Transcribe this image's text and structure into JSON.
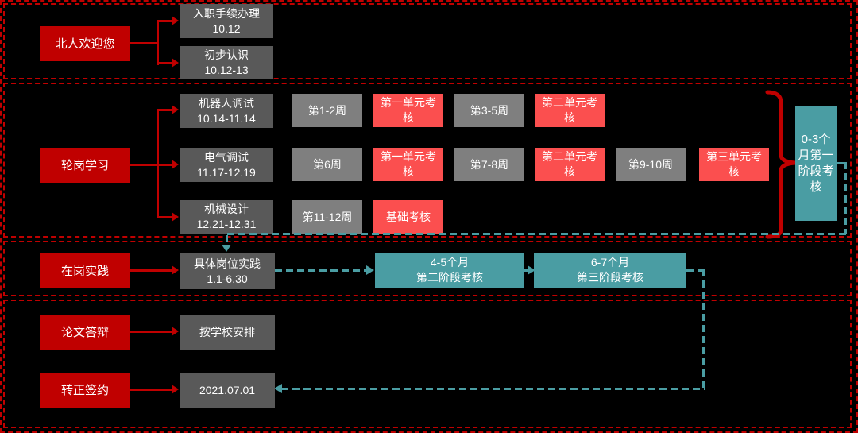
{
  "colors": {
    "background": "#000000",
    "accent_red": "#C00000",
    "exam_coral": "#FB4F4F",
    "task_gray": "#595959",
    "week_gray": "#7F7F7F",
    "milestone_teal": "#4A9DA3",
    "text": "#FFFFFF"
  },
  "stage1": {
    "label": "北人欢迎您",
    "tasks": [
      {
        "line1": "入职手续办理",
        "line2": "10.12"
      },
      {
        "line1": "初步认识",
        "line2": "10.12-13"
      }
    ]
  },
  "stage2": {
    "label": "轮岗学习",
    "rows": [
      {
        "task": {
          "line1": "机器人调试",
          "line2": "10.14-11.14"
        },
        "cells": [
          {
            "text": "第1-2周"
          },
          {
            "text": "第一单元考核"
          },
          {
            "text": "第3-5周"
          },
          {
            "text": "第二单元考核"
          }
        ]
      },
      {
        "task": {
          "line1": "电气调试",
          "line2": "11.17-12.19"
        },
        "cells": [
          {
            "text": "第6周"
          },
          {
            "text": "第一单元考核"
          },
          {
            "text": "第7-8周"
          },
          {
            "text": "第二单元考核"
          },
          {
            "text": "第9-10周"
          },
          {
            "text": "第三单元考核"
          }
        ]
      },
      {
        "task": {
          "line1": "机械设计",
          "line2": "12.21-12.31"
        },
        "cells": [
          {
            "text": "第11-12周"
          },
          {
            "text": "基础考核"
          }
        ]
      }
    ],
    "milestone": "0-3个月第一阶段考核"
  },
  "stage3": {
    "label": "在岗实践",
    "task": {
      "line1": "具体岗位实践",
      "line2": "1.1-6.30"
    },
    "milestones": [
      {
        "line1": "4-5个月",
        "line2": "第二阶段考核"
      },
      {
        "line1": "6-7个月",
        "line2": "第三阶段考核"
      }
    ]
  },
  "stage4": {
    "label": "论文答辩",
    "task": "按学校安排"
  },
  "stage5": {
    "label": "转正签约",
    "task": "2021.07.01"
  }
}
